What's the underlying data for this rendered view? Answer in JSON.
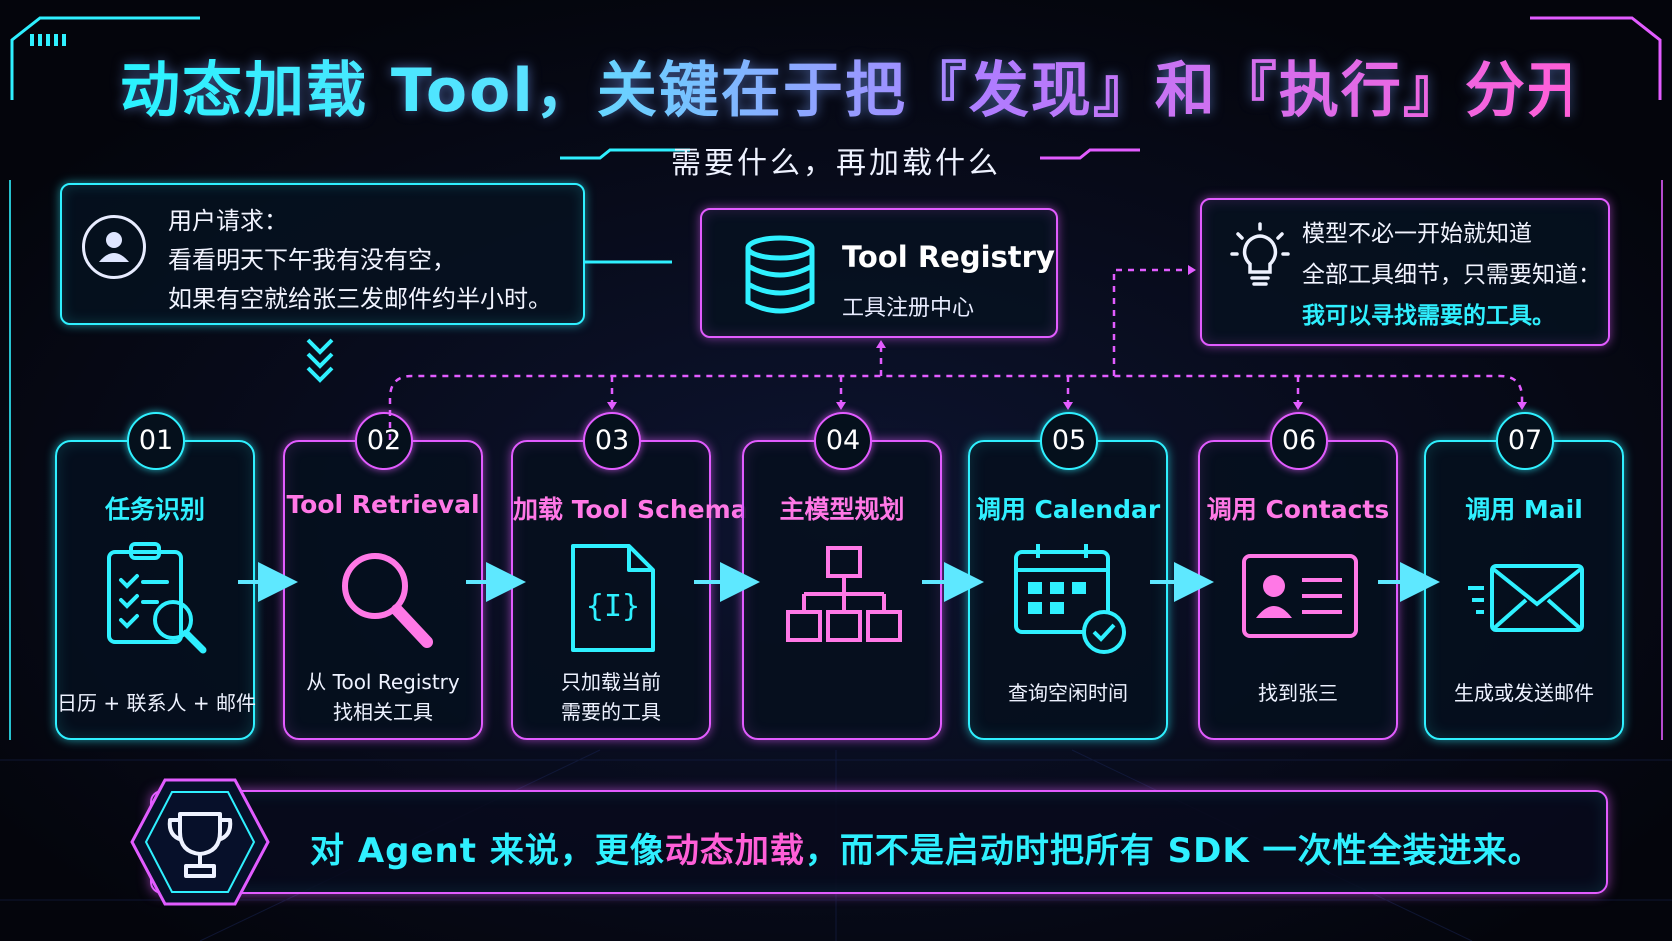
{
  "title": "动态加载 Tool，关键在于把『发现』和『执行』分开",
  "subtitle": "需要什么，再加载什么",
  "user_request": {
    "label": "用户请求：",
    "line1": "看看明天下午我有没有空，",
    "line2": "如果有空就给张三发邮件约半小时。",
    "icon": "user-avatar-icon"
  },
  "registry": {
    "title": "Tool Registry",
    "subtitle": "工具注册中心",
    "icon": "database-icon"
  },
  "tip": {
    "line1": "模型不必一开始就知道",
    "line2": "全部工具细节，只需要知道：",
    "line3": "我可以寻找需要的工具。",
    "icon": "lightbulb-icon"
  },
  "steps": [
    {
      "num": "01",
      "title": "任务识别",
      "desc1": "日历 + 联系人 + 邮件",
      "desc2": "",
      "icon": "checklist-search-icon",
      "color": "cyan"
    },
    {
      "num": "02",
      "title": "Tool Retrieval",
      "desc1": "从 Tool Registry",
      "desc2": "找相关工具",
      "icon": "magnifier-icon",
      "color": "pink"
    },
    {
      "num": "03",
      "title": "加载 Tool Schema",
      "desc1": "只加载当前",
      "desc2": "需要的工具",
      "icon": "schema-file-icon",
      "color": "pink"
    },
    {
      "num": "04",
      "title": "主模型规划",
      "desc1": "",
      "desc2": "",
      "icon": "hierarchy-icon",
      "color": "pink"
    },
    {
      "num": "05",
      "title": "调用 Calendar",
      "desc1": "查询空闲时间",
      "desc2": "",
      "icon": "calendar-check-icon",
      "color": "cyan"
    },
    {
      "num": "06",
      "title": "调用 Contacts",
      "desc1": "找到张三",
      "desc2": "",
      "icon": "contact-card-icon",
      "color": "pink"
    },
    {
      "num": "07",
      "title": "调用 Mail",
      "desc1": "生成或发送邮件",
      "desc2": "",
      "icon": "mail-icon",
      "color": "cyan"
    }
  ],
  "footer": {
    "part1": "对 Agent 来说，更像",
    "highlight": "动态加载",
    "part2": "，而不是启动时把所有 SDK 一次性全装进来。",
    "icon": "trophy-icon"
  },
  "colors": {
    "cyan": "#2ff0ff",
    "pink": "#e25cff",
    "highlight": "#ff5fd8",
    "background": "#05060f"
  }
}
